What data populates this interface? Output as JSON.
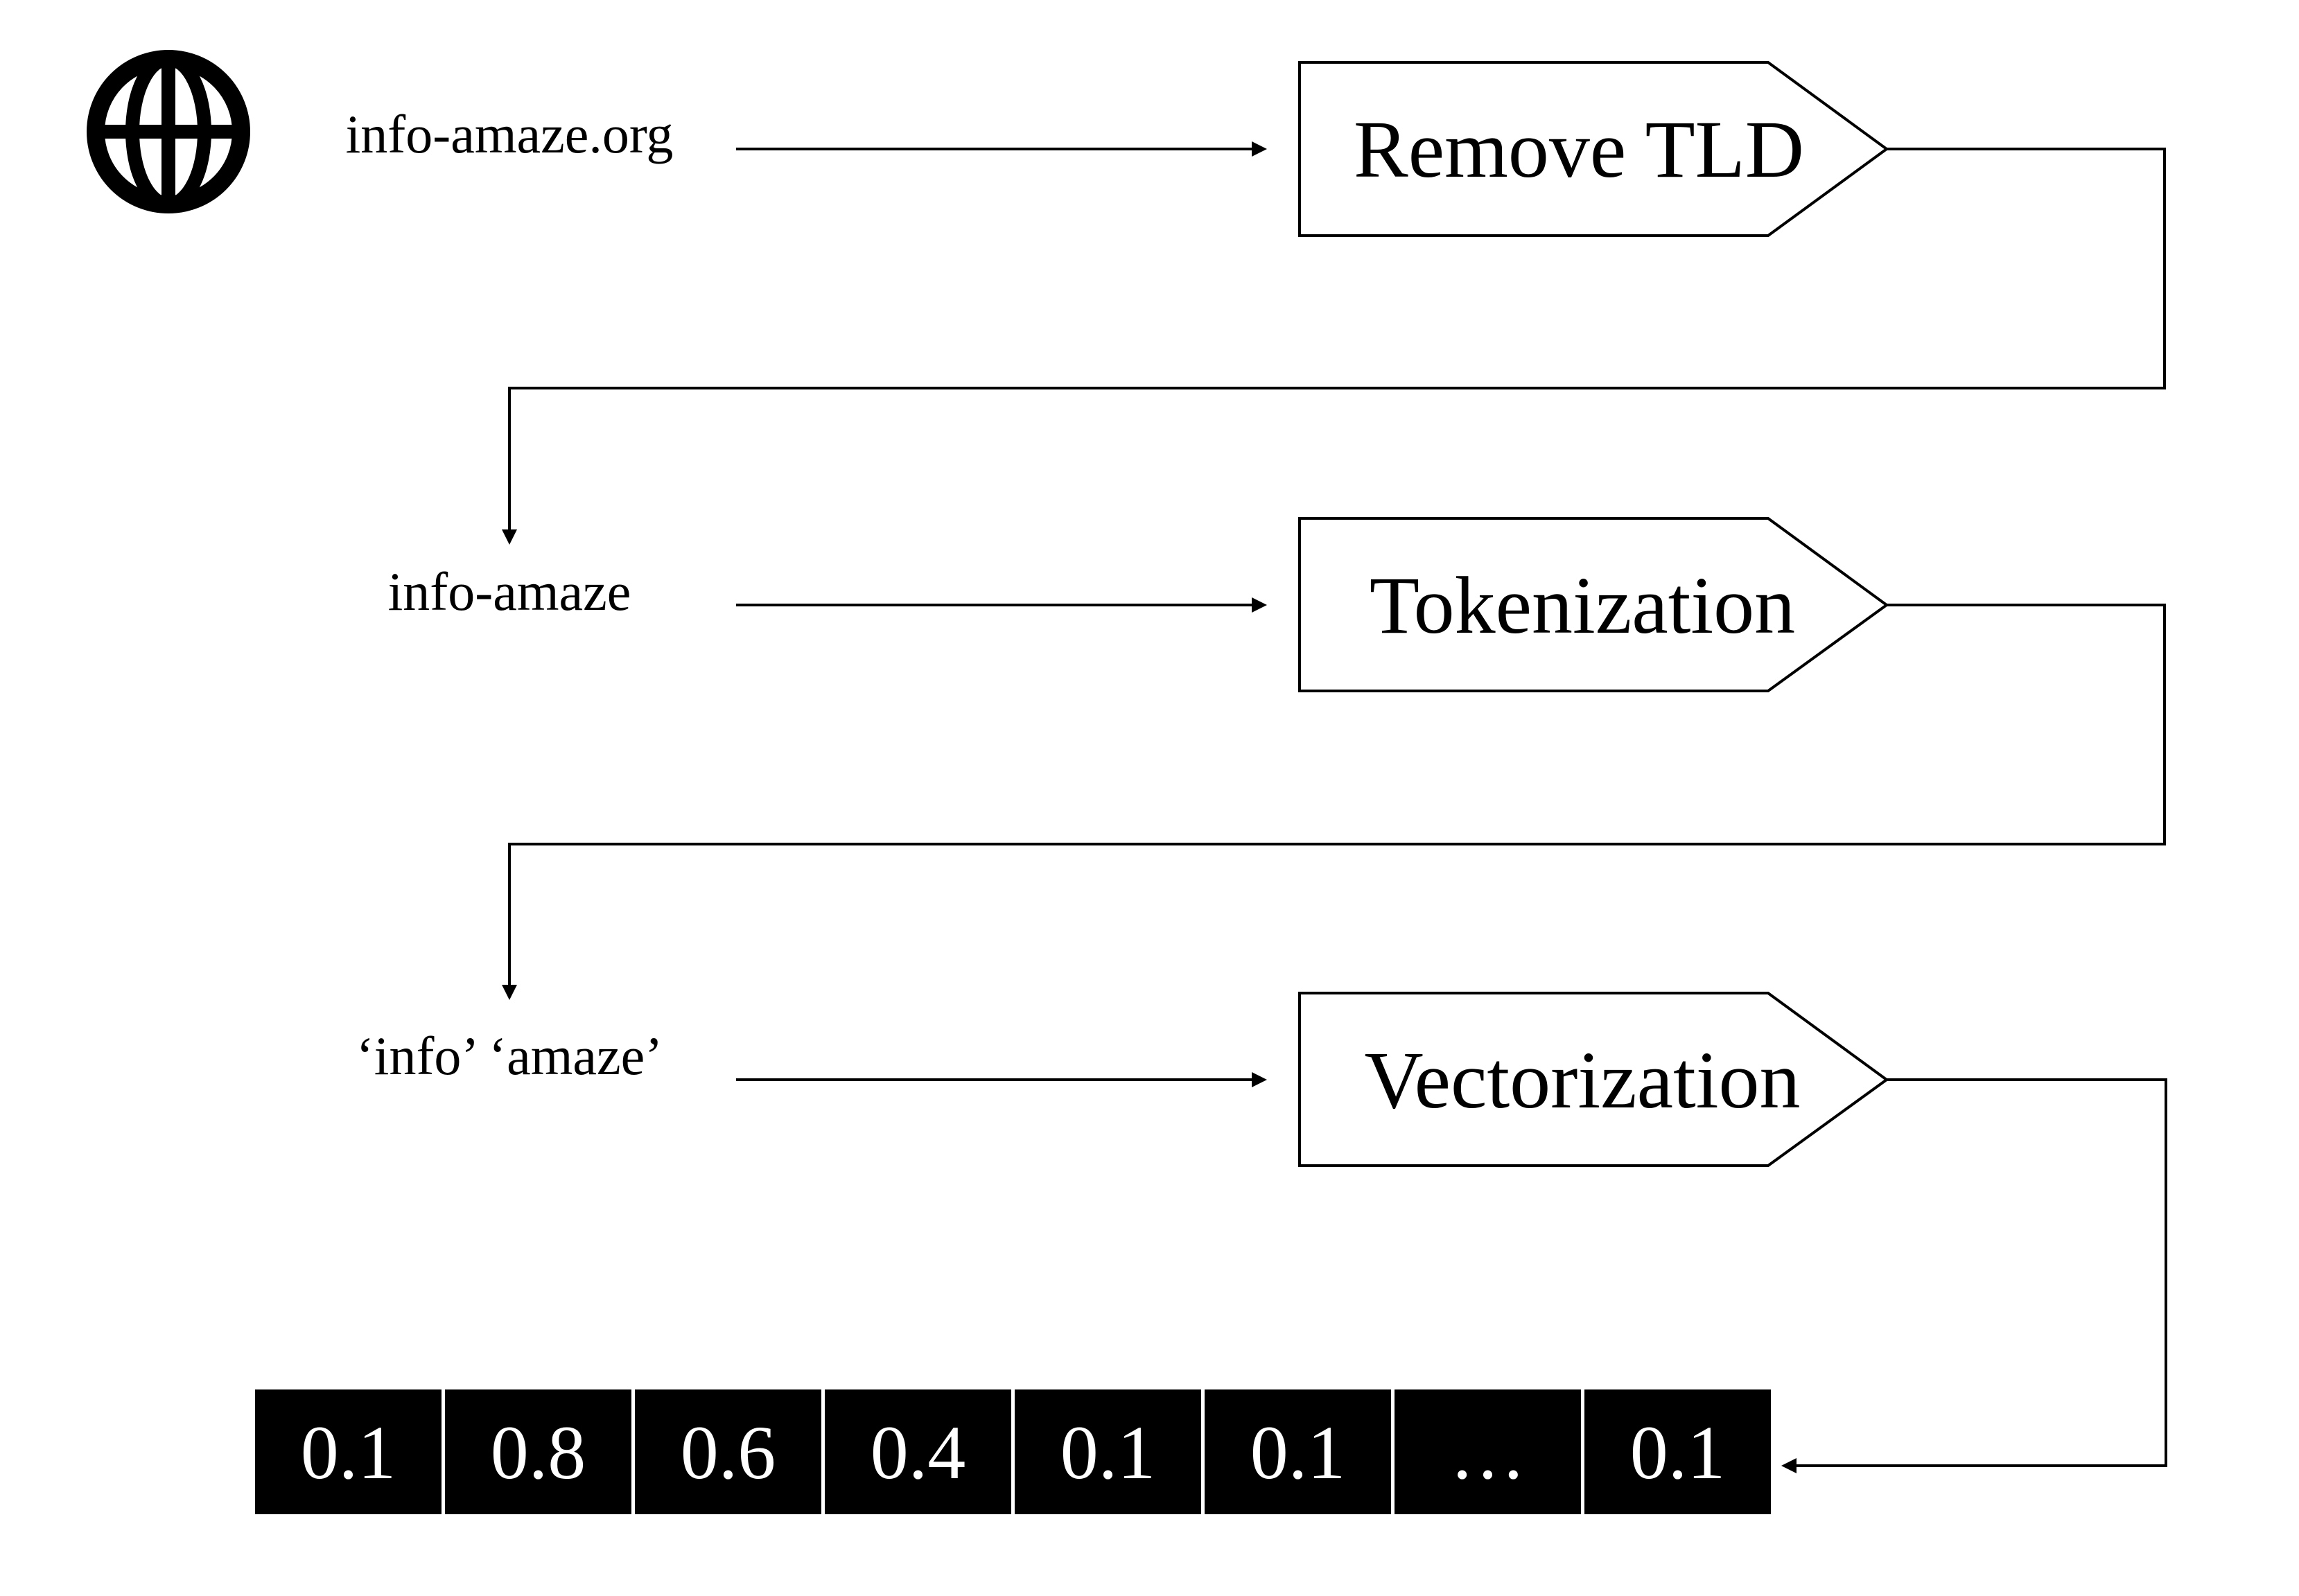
{
  "globe_icon": "globe-icon",
  "inputs": {
    "domain": "info-amaze.org",
    "no_tld": "info-amaze",
    "tokens": "‘info’ ‘amaze’"
  },
  "steps": [
    {
      "label": "Remove TLD"
    },
    {
      "label": "Tokenization"
    },
    {
      "label": "Vectorization"
    }
  ],
  "vector": [
    "0.1",
    "0.8",
    "0.6",
    "0.4",
    "0.1",
    "0.1",
    "…",
    "0.1"
  ]
}
